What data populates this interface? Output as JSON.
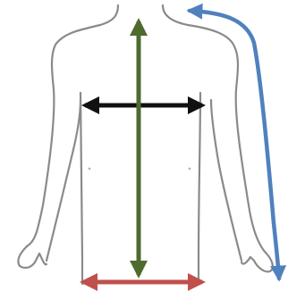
{
  "colors": {
    "background": "#ffffff",
    "body_outline": "#8a8a8a",
    "body_detail": "#b5b5b5",
    "chest_width": "#111111",
    "body_length": "#4e6b2e",
    "hem_width": "#c0504d",
    "sleeve_length": "#4f81bd"
  },
  "measurements": [
    {
      "name": "body-length",
      "icon": "double-headed-vertical-arrow"
    },
    {
      "name": "chest-width",
      "icon": "double-headed-horizontal-arrow"
    },
    {
      "name": "hem-width",
      "icon": "double-headed-horizontal-arrow"
    },
    {
      "name": "sleeve-length",
      "icon": "curved-double-headed-arrow"
    }
  ]
}
